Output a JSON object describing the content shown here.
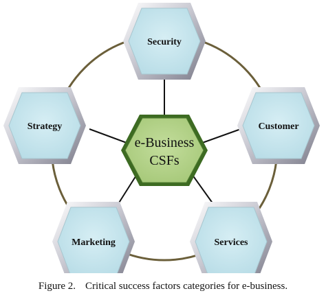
{
  "diagram": {
    "center": {
      "line1": "e-Business",
      "line2": "CSFs"
    },
    "nodes": [
      {
        "id": "security",
        "label": "Security"
      },
      {
        "id": "customer",
        "label": "Customer"
      },
      {
        "id": "services",
        "label": "Services"
      },
      {
        "id": "marketing",
        "label": "Marketing"
      },
      {
        "id": "strategy",
        "label": "Strategy"
      }
    ],
    "colors": {
      "outer_fill": "#c8e6ee",
      "outer_border_light": "#f4f4f4",
      "outer_border_dark": "#8e8e9a",
      "center_fill": "#b5d38a",
      "center_border": "#3d6b22",
      "ring": "#6b5f3a",
      "connector": "#111111"
    }
  },
  "caption": {
    "figure_number": "Figure 2.",
    "text": "Critical success factors categories for e-business."
  }
}
